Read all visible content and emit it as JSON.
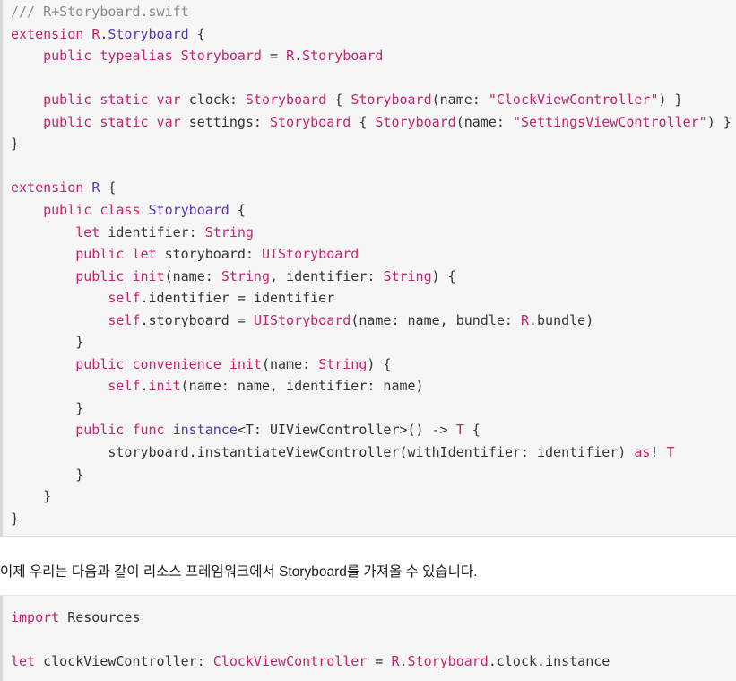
{
  "code_block_1": {
    "lines": [
      [
        [
          "comment",
          "/// R+Storyboard.swift"
        ]
      ],
      [
        [
          "keyword",
          "extension "
        ],
        [
          "type",
          "R"
        ],
        [
          "plain",
          "."
        ],
        [
          "class",
          "Storyboard"
        ],
        [
          "plain",
          " {"
        ]
      ],
      [
        [
          "plain",
          "    "
        ],
        [
          "keyword",
          "public typealias "
        ],
        [
          "type",
          "Storyboard"
        ],
        [
          "plain",
          " = "
        ],
        [
          "type",
          "R"
        ],
        [
          "plain",
          "."
        ],
        [
          "type",
          "Storyboard"
        ]
      ],
      [],
      [
        [
          "plain",
          "    "
        ],
        [
          "keyword",
          "public static var "
        ],
        [
          "plain",
          "clock: "
        ],
        [
          "type",
          "Storyboard"
        ],
        [
          "plain",
          " { "
        ],
        [
          "type",
          "Storyboard"
        ],
        [
          "plain",
          "(name: "
        ],
        [
          "string",
          "\"ClockViewController\""
        ],
        [
          "plain",
          ") }"
        ]
      ],
      [
        [
          "plain",
          "    "
        ],
        [
          "keyword",
          "public static var "
        ],
        [
          "plain",
          "settings: "
        ],
        [
          "type",
          "Storyboard"
        ],
        [
          "plain",
          " { "
        ],
        [
          "type",
          "Storyboard"
        ],
        [
          "plain",
          "(name: "
        ],
        [
          "string",
          "\"SettingsViewController\""
        ],
        [
          "plain",
          ") }"
        ]
      ],
      [
        [
          "plain",
          "}"
        ]
      ],
      [],
      [
        [
          "keyword",
          "extension "
        ],
        [
          "class",
          "R"
        ],
        [
          "plain",
          " {"
        ]
      ],
      [
        [
          "plain",
          "    "
        ],
        [
          "keyword",
          "public class "
        ],
        [
          "class",
          "Storyboard"
        ],
        [
          "plain",
          " {"
        ]
      ],
      [
        [
          "plain",
          "        "
        ],
        [
          "keyword",
          "let "
        ],
        [
          "plain",
          "identifier: "
        ],
        [
          "type",
          "String"
        ]
      ],
      [
        [
          "plain",
          "        "
        ],
        [
          "keyword",
          "public let "
        ],
        [
          "plain",
          "storyboard: "
        ],
        [
          "type",
          "UIStoryboard"
        ]
      ],
      [
        [
          "plain",
          "        "
        ],
        [
          "keyword",
          "public init"
        ],
        [
          "plain",
          "(name: "
        ],
        [
          "type",
          "String"
        ],
        [
          "plain",
          ", identifier: "
        ],
        [
          "type",
          "String"
        ],
        [
          "plain",
          ") {"
        ]
      ],
      [
        [
          "plain",
          "            "
        ],
        [
          "keyword",
          "self"
        ],
        [
          "plain",
          ".identifier = identifier"
        ]
      ],
      [
        [
          "plain",
          "            "
        ],
        [
          "keyword",
          "self"
        ],
        [
          "plain",
          ".storyboard = "
        ],
        [
          "type",
          "UIStoryboard"
        ],
        [
          "plain",
          "(name: name, bundle: "
        ],
        [
          "type",
          "R"
        ],
        [
          "plain",
          ".bundle)"
        ]
      ],
      [
        [
          "plain",
          "        }"
        ]
      ],
      [
        [
          "plain",
          "        "
        ],
        [
          "keyword",
          "public convenience init"
        ],
        [
          "plain",
          "(name: "
        ],
        [
          "type",
          "String"
        ],
        [
          "plain",
          ") {"
        ]
      ],
      [
        [
          "plain",
          "            "
        ],
        [
          "keyword",
          "self"
        ],
        [
          "plain",
          "."
        ],
        [
          "keyword",
          "init"
        ],
        [
          "plain",
          "(name: name, identifier: name)"
        ]
      ],
      [
        [
          "plain",
          "        }"
        ]
      ],
      [
        [
          "plain",
          "        "
        ],
        [
          "keyword",
          "public func "
        ],
        [
          "class",
          "instance"
        ],
        [
          "plain",
          "<T: UIViewController>() -> "
        ],
        [
          "type",
          "T"
        ],
        [
          "plain",
          " {"
        ]
      ],
      [
        [
          "plain",
          "            storyboard.instantiateViewController(withIdentifier: identifier) "
        ],
        [
          "keyword",
          "as"
        ],
        [
          "plain",
          "! "
        ],
        [
          "type",
          "T"
        ]
      ],
      [
        [
          "plain",
          "        }"
        ]
      ],
      [
        [
          "plain",
          "    }"
        ]
      ],
      [
        [
          "plain",
          "}"
        ]
      ]
    ]
  },
  "paragraph": {
    "text": "이제 우리는 다음과 같이 리소스 프레임워크에서 Storyboard를 가져올 수 있습니다."
  },
  "code_block_2": {
    "lines": [
      [
        [
          "keyword",
          "import "
        ],
        [
          "plain",
          "Resources"
        ]
      ],
      [],
      [
        [
          "keyword",
          "let "
        ],
        [
          "plain",
          "clockViewController: "
        ],
        [
          "type",
          "ClockViewController"
        ],
        [
          "plain",
          " = "
        ],
        [
          "type",
          "R"
        ],
        [
          "plain",
          "."
        ],
        [
          "type",
          "Storyboard"
        ],
        [
          "plain",
          ".clock.instance"
        ]
      ]
    ]
  }
}
